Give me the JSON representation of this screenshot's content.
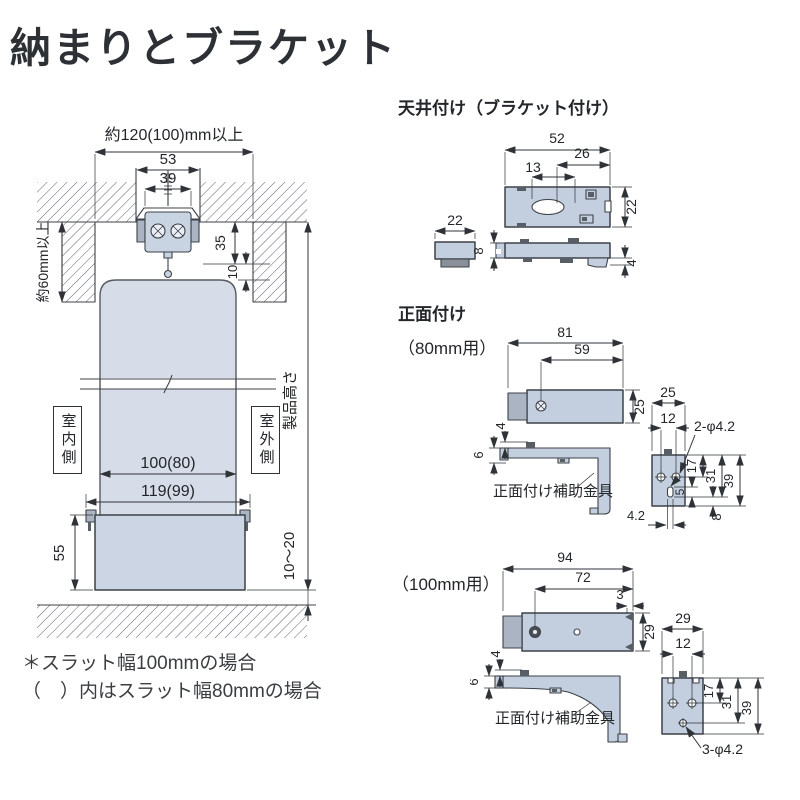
{
  "title": "納まりとブラケット",
  "footnotes": {
    "line1": "＊スラット幅100mmの場合",
    "line2": "（　）内はスラット幅80mmの場合"
  },
  "left_diagram": {
    "top_clearance": "約120(100)mm以上",
    "recess_width": "53",
    "bracket_width": "39",
    "bracket_height": "35",
    "headrail_gap": "10",
    "side_clearance": "約60mm以上",
    "indoor": "室内側",
    "outdoor": "室外側",
    "slat_width": "100(80)",
    "rail_width": "119(99)",
    "rail_height": "55",
    "floor_gap": "10～20",
    "product_height": "製品高さ"
  },
  "ceiling_mount": {
    "heading": "天井付け（ブラケット付け）",
    "plan_width": "52",
    "hole_offset": "26",
    "slot_offset": "13",
    "plan_depth": "22",
    "end_width": "22",
    "body_height": "8",
    "hook_height": "4"
  },
  "front_mount": {
    "heading": "正面付け",
    "v80": {
      "sub": "（80mm用）",
      "total_length": "81",
      "screw_offset": "59",
      "body_depth": "25",
      "tab_height": "4",
      "body_height": "6",
      "aux_label": "正面付け補助金具",
      "plate_width": "25",
      "hole_pitch": "12",
      "holes": "2-φ4.2",
      "hole_depth": "17",
      "slot_length": "5",
      "slot_depth": "31",
      "plate_height": "39",
      "bottom_offset": "8",
      "slot_width": "4.2"
    },
    "v100": {
      "sub": "（100mm用）",
      "total_length": "94",
      "screw_offset": "72",
      "notch": "3",
      "body_depth": "29",
      "tab_height": "4",
      "body_height": "6",
      "aux_label": "正面付け補助金具",
      "plate_width": "29",
      "hole_pitch": "12",
      "hole_depth": "17",
      "hole2_depth": "31",
      "plate_height": "39",
      "holes": "3-φ4.2"
    }
  }
}
